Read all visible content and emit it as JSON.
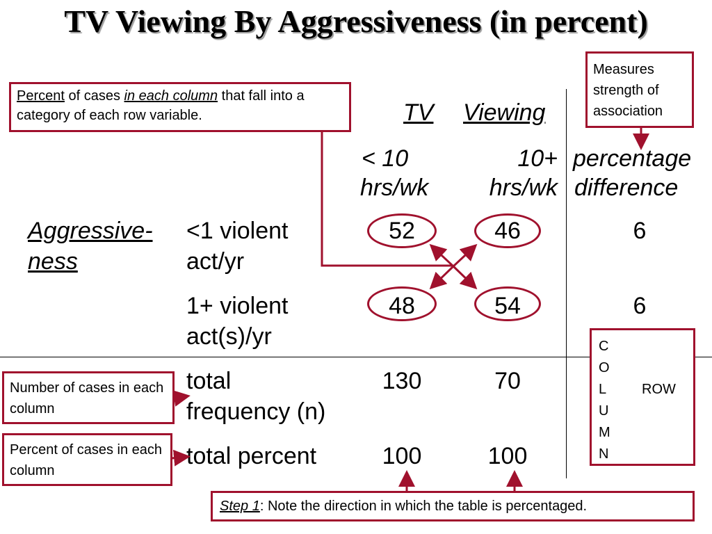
{
  "title": "TV Viewing By Aggressiveness (in percent)",
  "header": {
    "tv": "TV",
    "viewing": "Viewing",
    "col1_line1": "< 10",
    "col1_line2": "hrs/wk",
    "col2_line1": "10+",
    "col2_line2": "hrs/wk",
    "diff_line1": "percentage",
    "diff_line2": "difference"
  },
  "row_variable": {
    "line1": "Aggressive-",
    "line2": "ness"
  },
  "rows": [
    {
      "label_line1": "<1 violent",
      "label_line2": "act/yr",
      "col1": "52",
      "col2": "46",
      "diff": "6"
    },
    {
      "label_line1": "1+ violent",
      "label_line2": "act(s)/yr",
      "col1": "48",
      "col2": "54",
      "diff": "6"
    }
  ],
  "totals": {
    "freq_line1": "total",
    "freq_line2": "frequency (n)",
    "freq_col1": "130",
    "freq_col2": "70",
    "pct_label": "total percent",
    "pct_col1": "100",
    "pct_col2": "100"
  },
  "callouts": {
    "percent_word": "Percent",
    "percent_mid": " of cases ",
    "percent_emph": "in each column",
    "percent_rest": " that fall into a category of each row variable.",
    "measures": "Measures strength of association",
    "number_cases": "Number of cases in each column",
    "percent_cases": "Percent of cases in each column",
    "step_label": "Step 1",
    "step_text": ": Note the direction in which the table is percentaged.",
    "column_letters": [
      "C",
      "O",
      "L",
      "U",
      "M",
      "N"
    ],
    "row_word": "ROW"
  },
  "colors": {
    "accent": "#a0112d",
    "title_shadow": "#9a9a9a"
  }
}
